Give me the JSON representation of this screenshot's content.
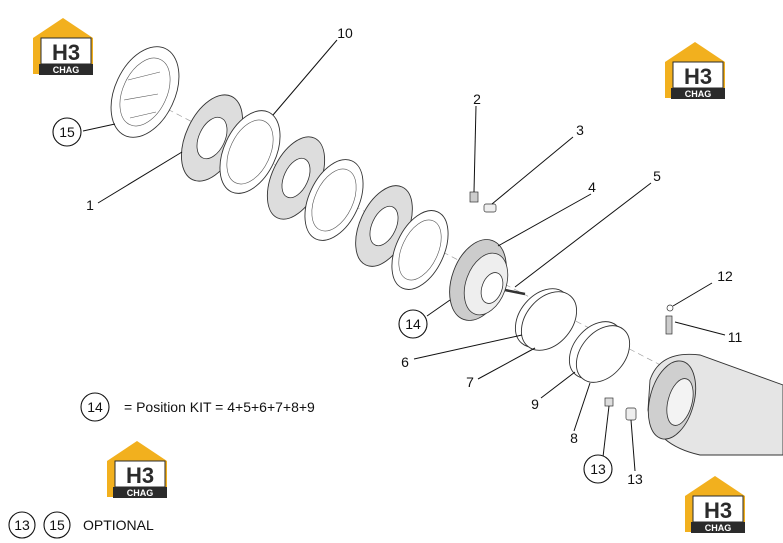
{
  "logo": {
    "main": "H3",
    "sub": "CHAG",
    "accent": "#f2b01e",
    "dark": "#2b2b2b"
  },
  "callouts": {
    "c1": "1",
    "c2": "2",
    "c3": "3",
    "c4": "4",
    "c5": "5",
    "c6": "6",
    "c7": "7",
    "c8": "8",
    "c9": "9",
    "c10": "10",
    "c11": "11",
    "c12": "12",
    "c13a": "13",
    "c13b": "13",
    "c14": "14",
    "c15": "15"
  },
  "legend": {
    "kit_number": "14",
    "kit_text": "= Position KIT = 4+5+6+7+8+9",
    "opt_a": "13",
    "opt_b": "15",
    "opt_text": "OPTIONAL"
  }
}
